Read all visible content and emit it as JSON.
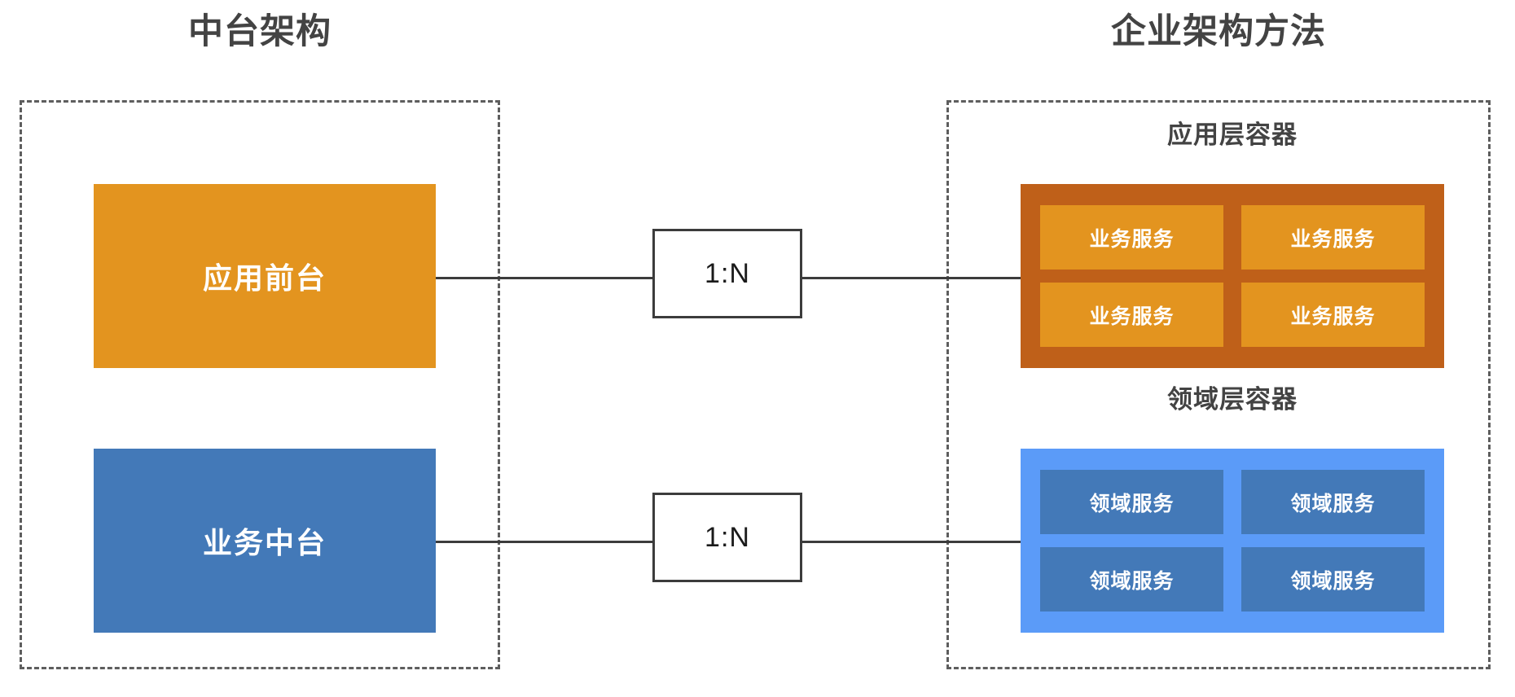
{
  "diagram": {
    "left_panel": {
      "title": "中台架构",
      "blocks": [
        {
          "label": "应用前台",
          "color": "#e3941f"
        },
        {
          "label": "业务中台",
          "color": "#4379b8"
        }
      ]
    },
    "relations": [
      {
        "label": "1:N"
      },
      {
        "label": "1:N"
      }
    ],
    "right_panel": {
      "title": "企业架构方法",
      "containers": [
        {
          "label": "应用层容器",
          "color": "#bf6019",
          "cell_color": "#e3941f",
          "cells": [
            "业务服务",
            "业务服务",
            "业务服务",
            "业务服务"
          ]
        },
        {
          "label": "领域层容器",
          "color": "#5b9bf8",
          "cell_color": "#4379b8",
          "cells": [
            "领域服务",
            "领域服务",
            "领域服务",
            "领域服务"
          ]
        }
      ]
    },
    "colors": {
      "frame_border": "#5e5e5e",
      "connector": "#3c3c3c",
      "title_text": "#434343",
      "card_text": "#1a1a1a",
      "block_text": "#ffffff",
      "background": "#ffffff"
    }
  }
}
